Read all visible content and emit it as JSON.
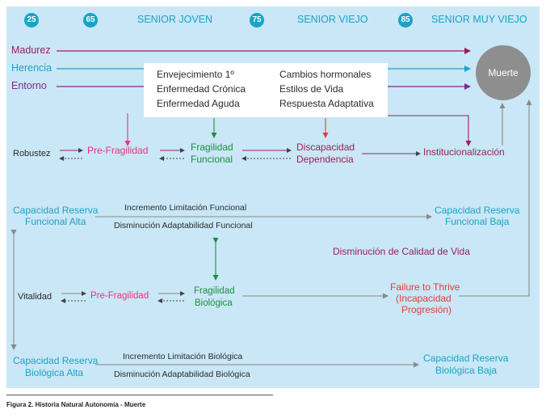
{
  "timeline": {
    "ages": [
      "25",
      "65",
      "75",
      "85"
    ],
    "stages": [
      "SENIOR JOVEN",
      "SENIOR VIEJO",
      "SENIOR MUY VIEJO"
    ]
  },
  "factors": [
    "Madurez",
    "Herencia",
    "Entorno"
  ],
  "box": {
    "left": [
      "Envejecimiento 1º",
      "Enfermedad Crónica",
      "Enfermedad Aguda"
    ],
    "right": [
      "Cambios hormonales",
      "Estilos de Vida",
      "Respuesta Adaptativa"
    ]
  },
  "outcome": "Muerte",
  "functional_path": {
    "robustez": "Robustez",
    "prefragilidad": "Pre-Fragilidad",
    "fragilidad_1": "Fragilidad",
    "fragilidad_2": "Funcional",
    "discapacidad_1": "Discapacidad",
    "discapacidad_2": "Dependencia",
    "institucionalizacion": "Institucionalización"
  },
  "functional_reserve": {
    "alta_1": "Capacidad Reserva",
    "alta_2": "Funcional Alta",
    "baja_1": "Capacidad Reserva",
    "baja_2": "Funcional Baja",
    "incremento": "Incremento Limitación Funcional",
    "disminucion": "Disminución Adaptabilidad Funcional"
  },
  "quality": "Disminución de Calidad de Vida",
  "biological_path": {
    "vitalidad": "Vitalidad",
    "prefragilidad": "Pre-Fragilidad",
    "fragilidad_1": "Fragilidad",
    "fragilidad_2": "Biológica",
    "ftt_1": "Failure to Thrive",
    "ftt_2": "(Incapacidad",
    "ftt_3": "Progresión)"
  },
  "biological_reserve": {
    "alta_1": "Capacidad Reserva",
    "alta_2": "Biológica Alta",
    "baja_1": "Capacidad Reserva",
    "baja_2": "Biológica Baja",
    "incremento": "Incremento Limitación Biológica",
    "disminucion": "Disminución Adaptabilidad Biológica"
  },
  "caption": "Figura 2. Historia Natural Autonomía - Muerte",
  "colors": {
    "background": "#c9e7f6",
    "madurez": "#9a1f5c",
    "herencia": "#1aa3c8",
    "entorno": "#7b2d8e",
    "muerte": "#8e8e8e",
    "fragilidad": "#1d8f3e",
    "prefragilidad": "#e8347e"
  }
}
